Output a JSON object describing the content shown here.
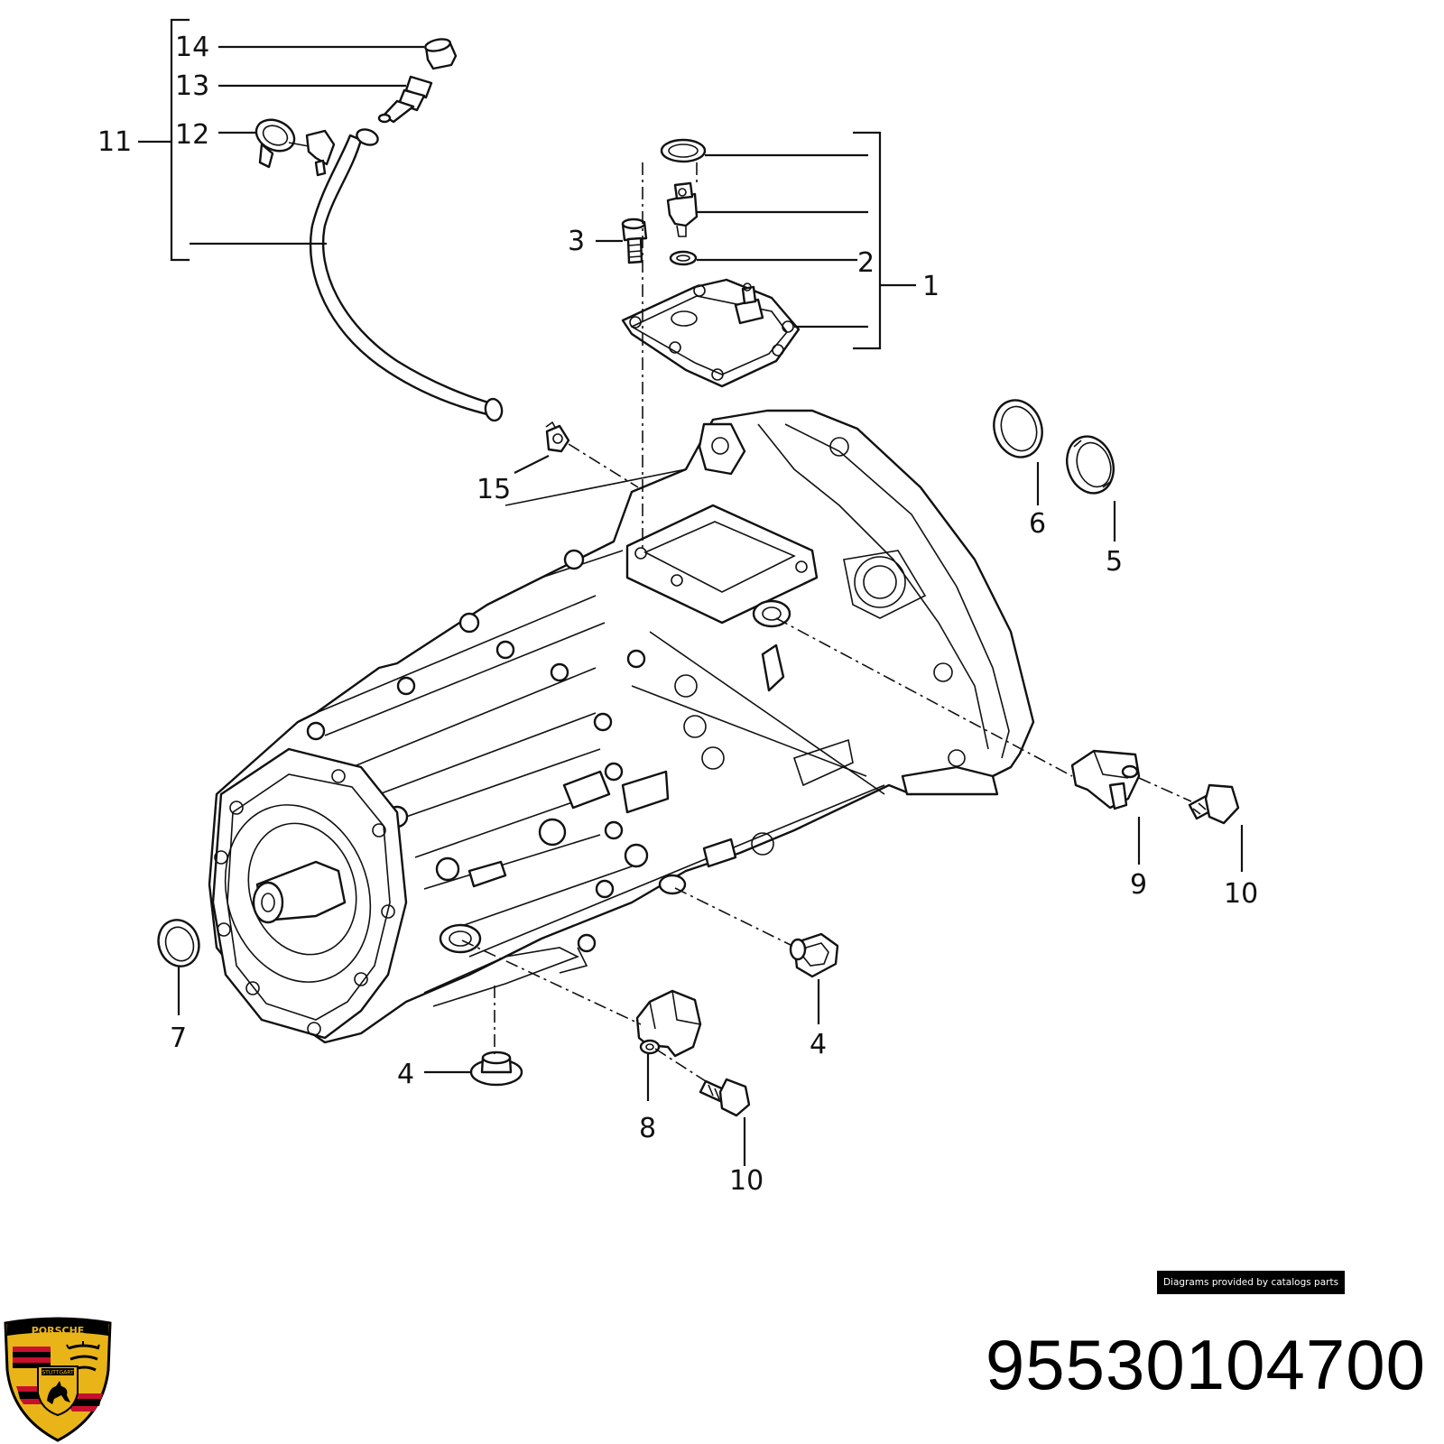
{
  "diagram": {
    "callouts": [
      "14",
      "13",
      "12",
      "11",
      "3",
      "2",
      "1",
      "15",
      "6",
      "5",
      "9",
      "10",
      "4",
      "7",
      "4",
      "8",
      "10"
    ]
  },
  "footer": {
    "credit": "Diagrams provided by catalogs parts",
    "part_number": "95530104700"
  },
  "logo": {
    "brand": "PORSCHE",
    "city": "STUTTGART"
  },
  "colors": {
    "ink": "#111111",
    "logo_gold": "#e8b418",
    "logo_red": "#c8102e",
    "logo_black": "#000000"
  }
}
